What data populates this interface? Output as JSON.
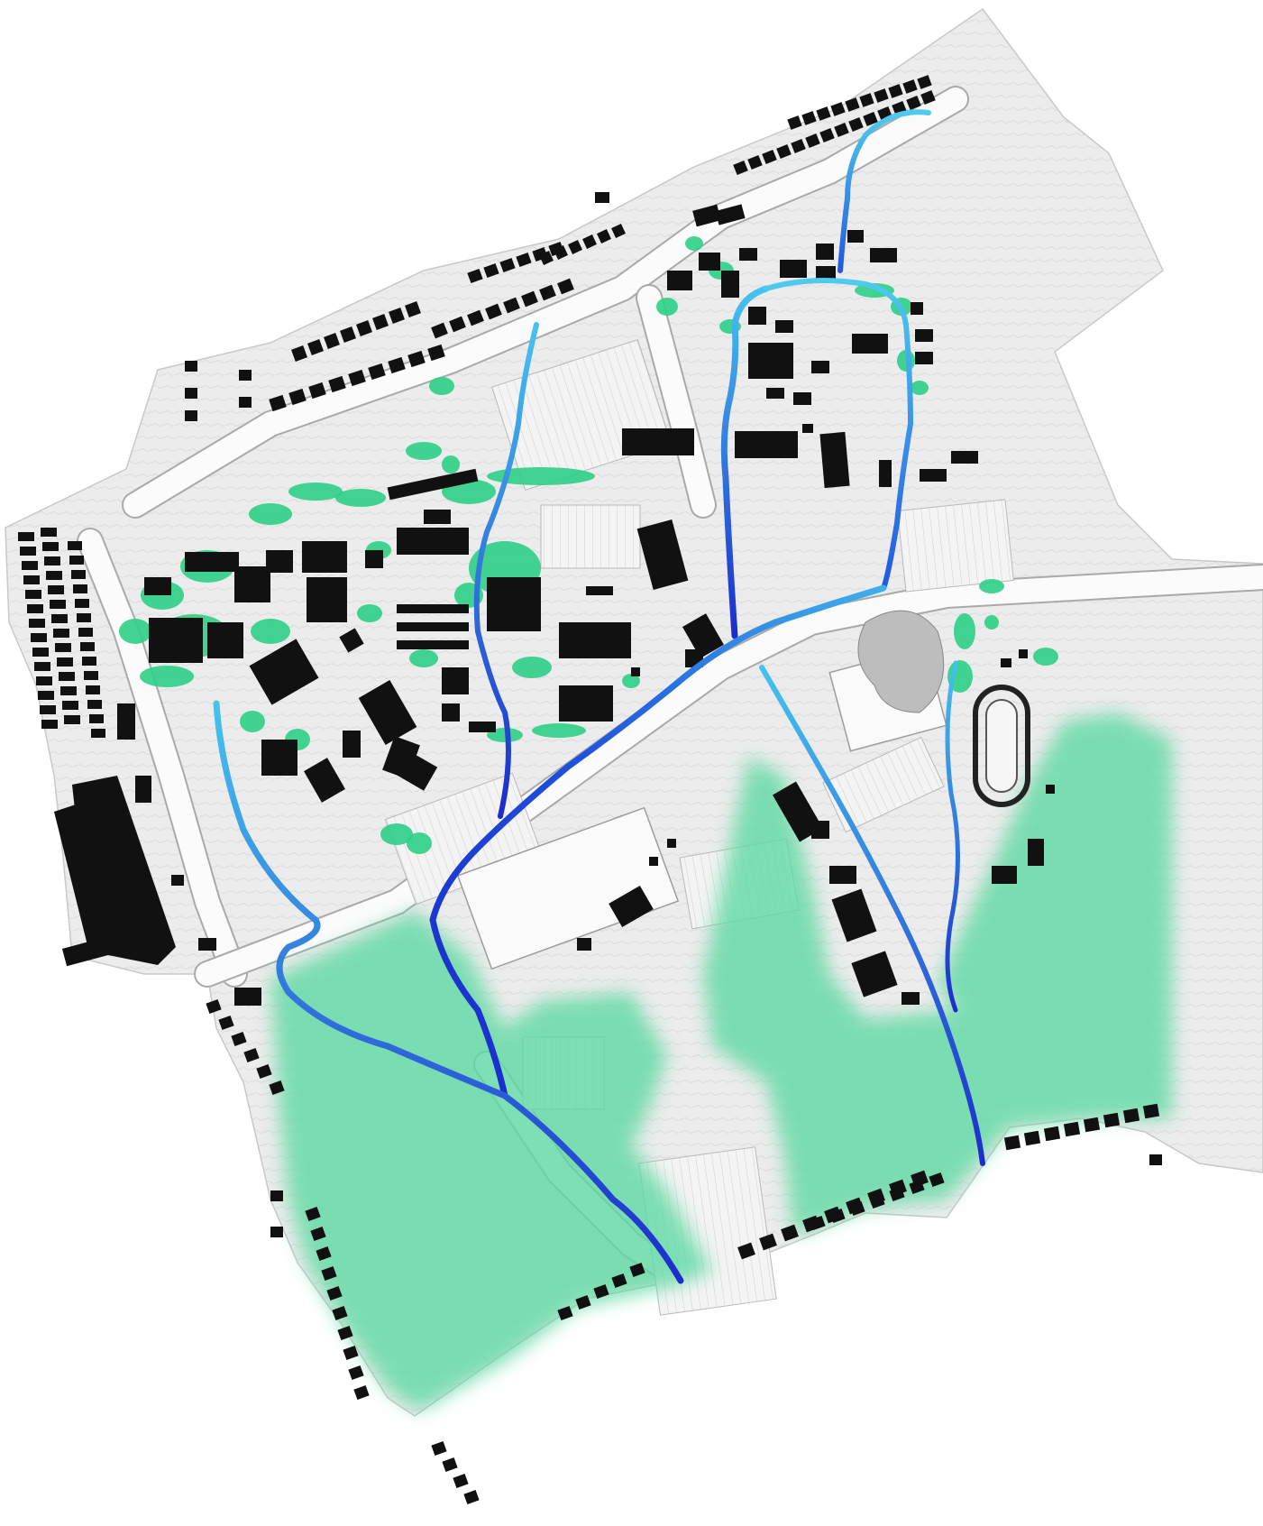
{
  "map": {
    "colors": {
      "background": "#ffffff",
      "terrain": "#ececec",
      "terrain_edge": "#c8c8c8",
      "contour": "#bdbdbd",
      "road": "#fbfbfb",
      "road_edge": "#a9a9a9",
      "building": "#111111",
      "forest": "#5fd9a3",
      "tree_cluster": "#2ecf86",
      "stream_light": "#4ec9ee",
      "stream_dark": "#1e2fd0"
    },
    "icons": [
      "building-footprint",
      "stream-line",
      "forest-area",
      "tree-cluster",
      "sports-field",
      "running-track"
    ]
  }
}
